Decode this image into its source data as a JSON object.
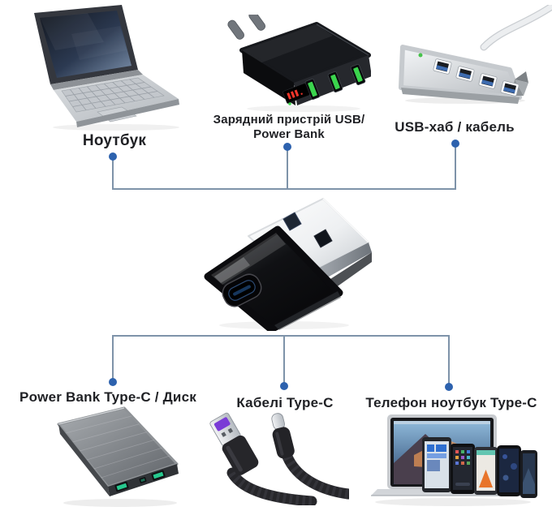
{
  "connector": {
    "line_color": "#7e93a9",
    "dot_color": "#2d62ae"
  },
  "top_row": [
    {
      "id": "laptop",
      "label": "Ноутбук"
    },
    {
      "id": "usb-charger",
      "label": "Зарядний пристрій USB/",
      "label2": "Power Bank"
    },
    {
      "id": "usb-hub",
      "label": "USB-хаб / кабель"
    }
  ],
  "bottom_row": [
    {
      "id": "power-bank",
      "label": "Power Bank Type-C / Диск"
    },
    {
      "id": "type-c-cable",
      "label": "Кабелі Type-C"
    },
    {
      "id": "phones-laptop",
      "label": "Телефон ноутбук Type-C"
    }
  ]
}
